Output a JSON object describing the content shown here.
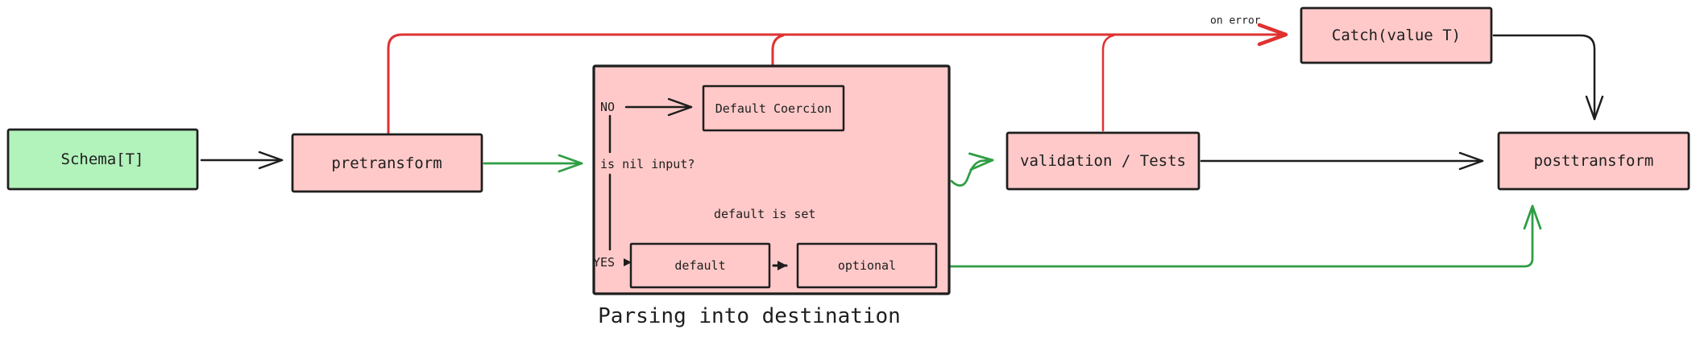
{
  "diagram": {
    "caption": "Parsing into destination",
    "nodes": {
      "schema": "Schema[T]",
      "pretransform": "pretransform",
      "default_coercion": "Default Coercion",
      "default": "default",
      "optional": "optional",
      "validation": "validation / Tests",
      "catch": "Catch(value T)",
      "posttransform": "posttransform"
    },
    "labels": {
      "no": "NO",
      "yes": "YES",
      "is_nil": "is nil input?",
      "default_is_set": "default is set",
      "on_error": "on error"
    },
    "colors": {
      "node_pink": "#ffc9c9",
      "node_green": "#b2f2bb",
      "stroke_dark": "#1e1e1e",
      "arrow_green": "#2f9e44",
      "arrow_red": "#e03131"
    }
  }
}
